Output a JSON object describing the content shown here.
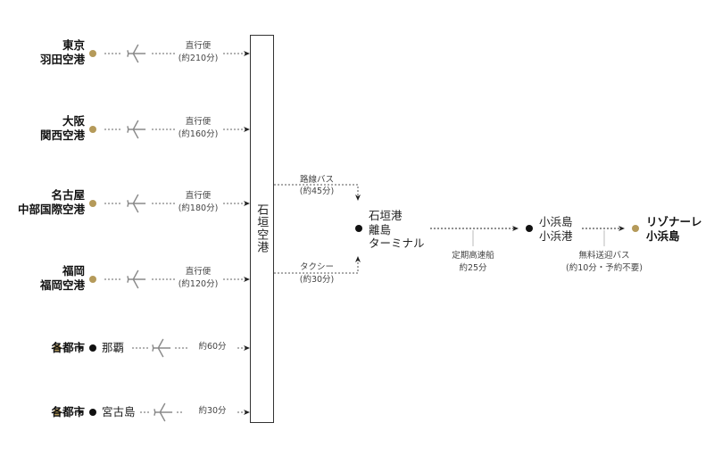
{
  "colors": {
    "origin_dot": "#b59a5a",
    "stop_dot": "#111111",
    "line": "#333333",
    "plane": "#8a8a8a"
  },
  "routes": [
    {
      "origin": [
        "東京",
        "羽田空港"
      ],
      "mode": "直行便",
      "time": "(約210分)"
    },
    {
      "origin": [
        "大阪",
        "関西空港"
      ],
      "mode": "直行便",
      "time": "(約160分)"
    },
    {
      "origin": [
        "名古屋",
        "中部国際空港"
      ],
      "mode": "直行便",
      "time": "(約180分)"
    },
    {
      "origin": [
        "福岡",
        "福岡空港"
      ],
      "mode": "直行便",
      "time": "(約120分)"
    },
    {
      "origin": [
        "各都市"
      ],
      "via": "那覇",
      "time": "約60分"
    },
    {
      "origin": [
        "各都市"
      ],
      "via": "宮古島",
      "time": "約30分"
    }
  ],
  "hub": "石垣空港",
  "transfers": {
    "bus": {
      "mode": "路線バス",
      "time": "(約45分)"
    },
    "taxi": {
      "mode": "タクシー",
      "time": "(約30分)"
    }
  },
  "port": [
    "石垣港",
    "離島",
    "ターミナル"
  ],
  "ferry": {
    "mode": "定期高速船",
    "time": "約25分"
  },
  "island_port": [
    "小浜島",
    "小浜港"
  ],
  "shuttle": {
    "mode": "無料送迎バス",
    "time": "(約10分・予約不要)"
  },
  "destination": [
    "リゾナーレ",
    "小浜島"
  ]
}
